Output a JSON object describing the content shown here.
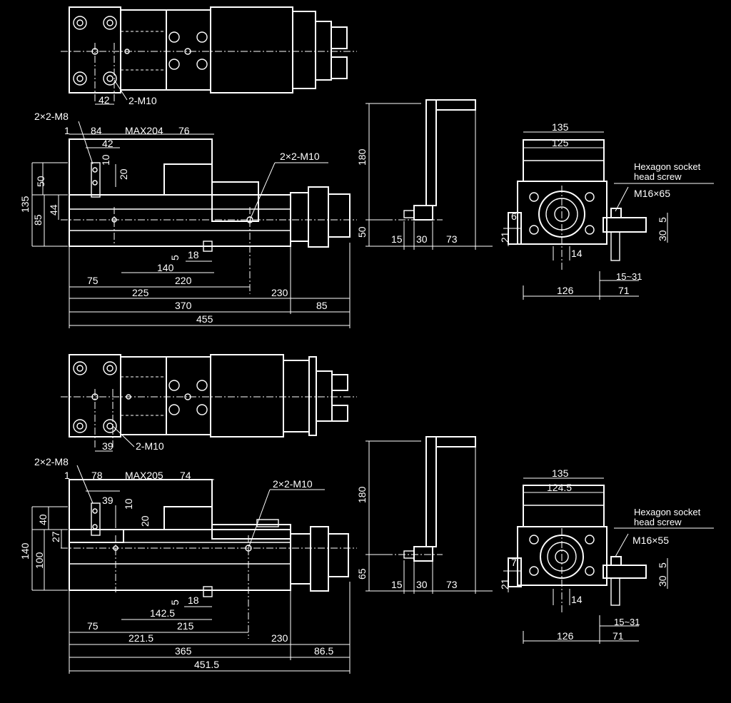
{
  "colors": {
    "background": "#000000",
    "lines": "#ffffff"
  },
  "upper": {
    "top_view": {
      "d_42": "42",
      "thread_2m10": "2-M10"
    },
    "front_view": {
      "thread_2x2m8": "2×2-M8",
      "d_1": "1",
      "d_84": "84",
      "max": "MAX204",
      "d_76": "76",
      "d_42": "42",
      "d_10": "10",
      "d_20": "20",
      "thread_2x2m10": "2×2-M10",
      "d_50": "50",
      "d_135": "135",
      "d_85": "85",
      "d_44": "44",
      "d_5": "5",
      "d_18": "18",
      "d_140": "140",
      "d_75": "75",
      "d_220": "220",
      "d_225": "225",
      "d_230": "230",
      "d_370": "370",
      "d_85b": "85",
      "d_455": "455"
    },
    "side_view": {
      "d_180": "180",
      "d_50": "50",
      "d_15": "15",
      "d_30": "30",
      "d_73": "73"
    },
    "end_view": {
      "d_135": "135",
      "d_125": "125",
      "screw_label_1": "Hexagon socket",
      "screw_label_2": "head screw",
      "screw_size": "M16×65",
      "d_6": "6",
      "d_21": "21",
      "d_5": "5",
      "d_30": "30",
      "d_14": "14",
      "range": "15~31",
      "d_126": "126",
      "d_71": "71"
    }
  },
  "lower": {
    "top_view": {
      "d_39": "39",
      "thread_2m10": "2-M10"
    },
    "front_view": {
      "thread_2x2m8": "2×2-M8",
      "d_1": "1",
      "d_78": "78",
      "max": "MAX205",
      "d_74": "74",
      "d_39": "39",
      "d_10": "10",
      "d_20": "20",
      "thread_2x2m10": "2×2-M10",
      "d_40": "40",
      "d_140": "140",
      "d_27": "27",
      "d_100": "100",
      "d_5": "5",
      "d_18": "18",
      "d_142_5": "142.5",
      "d_75": "75",
      "d_215": "215",
      "d_221_5": "221.5",
      "d_230": "230",
      "d_365": "365",
      "d_86_5": "86.5",
      "d_451_5": "451.5"
    },
    "side_view": {
      "d_180": "180",
      "d_65": "65",
      "d_15": "15",
      "d_30": "30",
      "d_73": "73"
    },
    "end_view": {
      "d_135": "135",
      "d_124_5": "124.5",
      "screw_label_1": "Hexagon socket",
      "screw_label_2": "head screw",
      "screw_size": "M16×55",
      "d_7": "7",
      "d_21": "21",
      "d_5": "5",
      "d_30": "30",
      "d_14": "14",
      "range": "15~31",
      "d_126": "126",
      "d_71": "71"
    }
  }
}
